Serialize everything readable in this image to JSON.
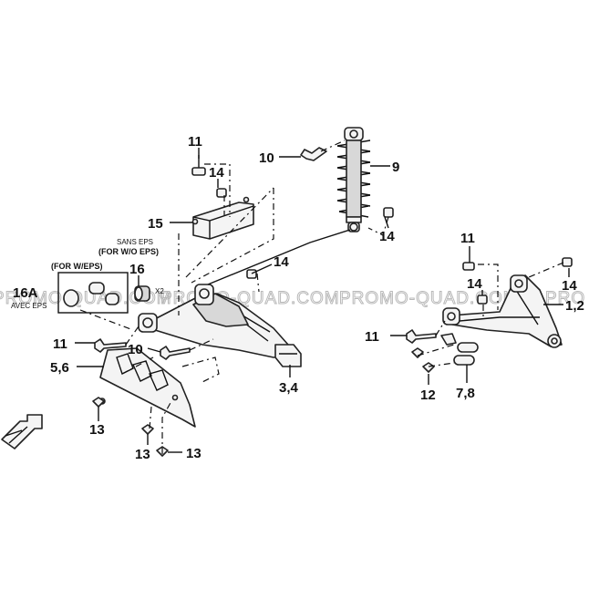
{
  "callouts": {
    "c11_top": "11",
    "c14_top": "14",
    "c10_top": "10",
    "c9": "9",
    "c15": "15",
    "c14_shock": "14",
    "c14_arm": "14",
    "c16": "16",
    "c16a": "16A",
    "c11_left": "11",
    "c10_left": "10",
    "c56": "5,6",
    "c34": "3,4",
    "c13_a": "13",
    "c13_b": "13",
    "c13_c": "13",
    "c11_right_top": "11",
    "c14_right_a": "14",
    "c14_right_b": "14",
    "c12": "12",
    "c12_upper": "1,2",
    "c11_right": "11",
    "c78": "7,8"
  },
  "labels": {
    "sans_eps": "SANS EPS",
    "for_wo_eps": "(FOR W/O EPS)",
    "for_w_eps": "(FOR W/EPS)",
    "avec_eps": "AVEC EPS",
    "x2": "X2"
  },
  "watermark": {
    "left_text": "PROMO-QUAD.COM",
    "center_text": "PROMO-QUAD.COM",
    "right_text": "PROMO-QUAD.COM",
    "edge_text": "PRO"
  }
}
